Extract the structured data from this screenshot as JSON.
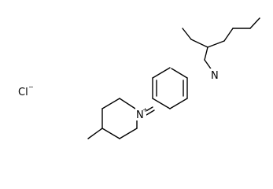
{
  "molecule": {
    "counterion": {
      "symbol": "Cl",
      "charge": "−"
    },
    "nitrogen_pyridinium": {
      "symbol": "N"
    },
    "nitrogen_piperidine": {
      "symbol": "N",
      "charge": "+"
    }
  },
  "colors": {
    "bond": "#000000",
    "background": "#ffffff"
  }
}
